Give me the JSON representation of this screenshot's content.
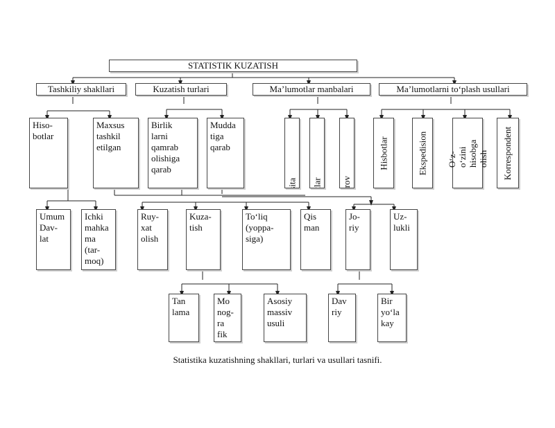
{
  "title": "STATISTIK KUZATISH",
  "categories": [
    "Tashkiliy shakllari",
    "Kuzatish turlari",
    "Ma’lumotlar manbalari",
    "Ma’lumotlarni to‘plash usullari"
  ],
  "forms": [
    "Hiso-\nbotlar",
    "Maxsus\ntashkil\netilgan"
  ],
  "types": [
    "Birlik\nlarni\nqamrab\nolishiga\nqarab",
    "Mudda\ntiga\nqarab"
  ],
  "sources": [
    "Bevosita",
    "Xujjatlar",
    "Surov"
  ],
  "methods": [
    "Hisbotlar",
    "Ekspedision",
    "O‘z-o‘zini\nhisobga olish",
    "Korrespondent"
  ],
  "level3": [
    "Umum\nDav-\nlat",
    "Ichki\nmahka\nma\n(tar-\nmoq)",
    "Ruy-\nxat\nolish",
    "Kuza-\ntish",
    "To‘liq\n(yoppa-\nsiga)",
    "Qis\nman",
    "Jo-\nriy",
    "Uz-\nlukli"
  ],
  "level4": [
    "Tan\nlama",
    "Mo\nnog-\nra\nfik",
    "Asosiy\nmassiv\nusuli",
    "Dav\nriy",
    "Bir\nyo‘la\nkay"
  ],
  "caption": "Statistika kuzatishning shakllari, turlari va usullari tasnifi."
}
